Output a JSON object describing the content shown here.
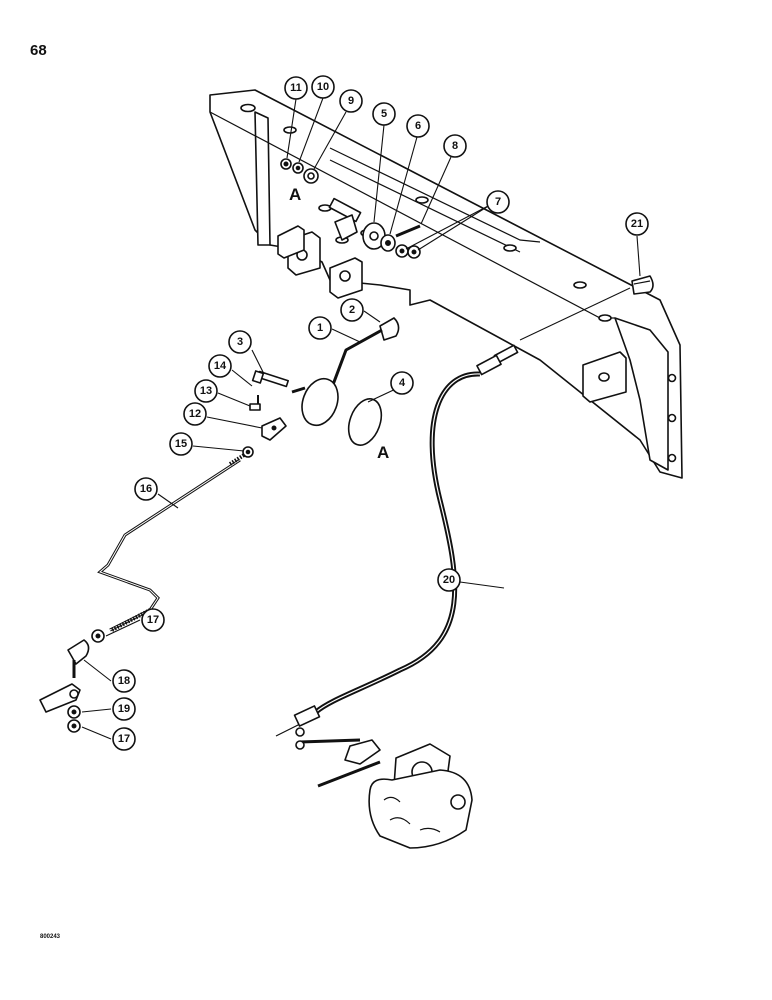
{
  "page": {
    "number": "68",
    "figure_code": "800243"
  },
  "reference_letters": {
    "upper": "A",
    "lower": "A"
  },
  "callouts": [
    {
      "label": "1"
    },
    {
      "label": "2"
    },
    {
      "label": "3"
    },
    {
      "label": "4"
    },
    {
      "label": "5"
    },
    {
      "label": "6"
    },
    {
      "label": "7"
    },
    {
      "label": "8"
    },
    {
      "label": "9"
    },
    {
      "label": "10"
    },
    {
      "label": "11"
    },
    {
      "label": "12"
    },
    {
      "label": "13"
    },
    {
      "label": "14"
    },
    {
      "label": "15"
    },
    {
      "label": "16"
    },
    {
      "label": "17"
    },
    {
      "label": "17"
    },
    {
      "label": "18"
    },
    {
      "label": "19"
    },
    {
      "label": "20"
    },
    {
      "label": "21"
    }
  ]
}
